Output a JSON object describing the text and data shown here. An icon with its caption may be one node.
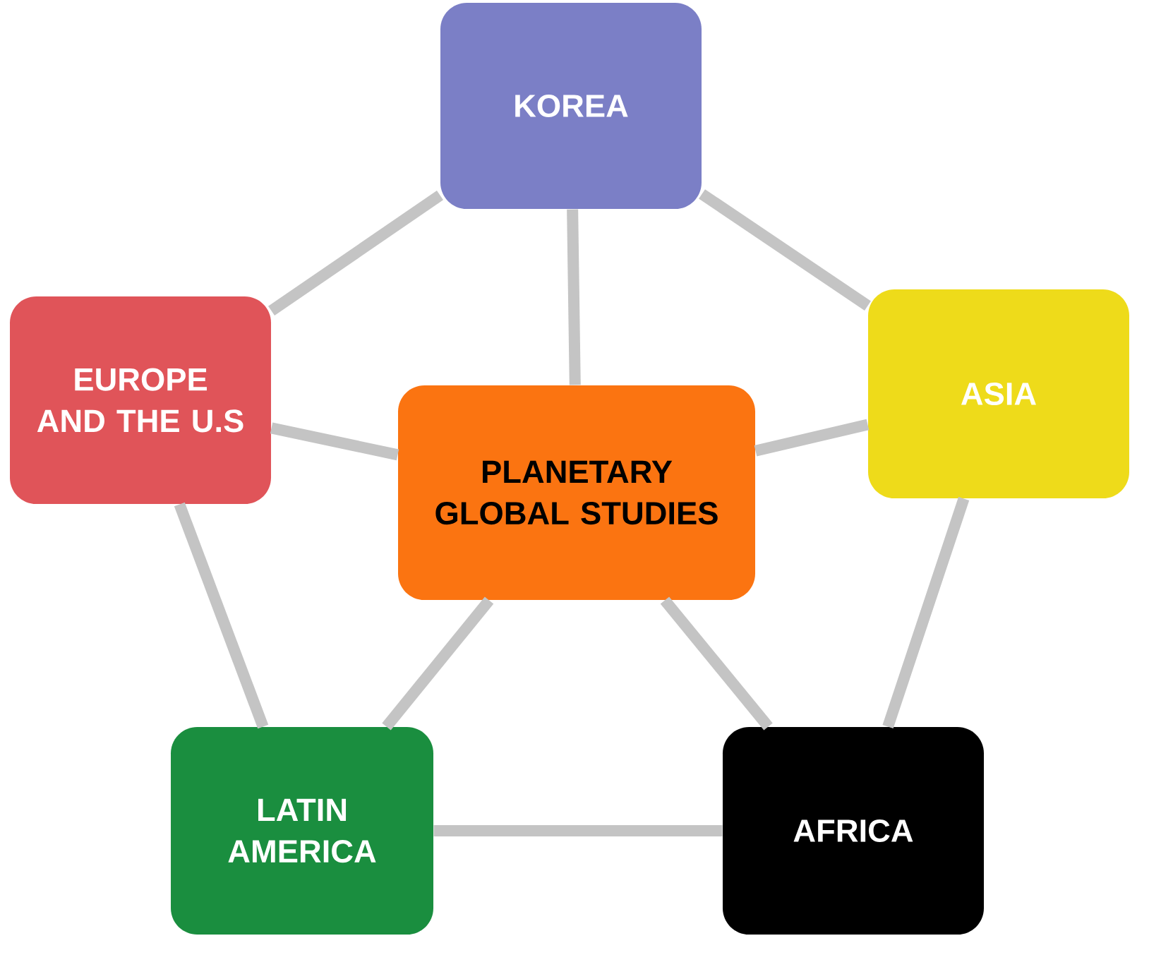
{
  "diagram": {
    "nodes": [
      {
        "text": [
          "KOREA"
        ]
      },
      {
        "text": [
          "EUROPE AND THE U.S"
        ]
      },
      {
        "text": [
          "ASIA"
        ]
      },
      {
        "text": [
          "PLANETARY GLOBAL STUDIES"
        ]
      },
      {
        "text": [
          "LATIN AMERICA"
        ]
      },
      {
        "text": [
          "AFRICA"
        ]
      }
    ],
    "edges": [
      {
        "from": 0,
        "to": 1,
        "arrow": "none"
      },
      {
        "from": 0,
        "to": 2,
        "arrow": "none"
      },
      {
        "from": 0,
        "to": 3,
        "arrow": "none"
      },
      {
        "from": 1,
        "to": 3,
        "arrow": "none"
      },
      {
        "from": 2,
        "to": 3,
        "arrow": "none"
      },
      {
        "from": 1,
        "to": 4,
        "arrow": "none"
      },
      {
        "from": 2,
        "to": 5,
        "arrow": "none"
      },
      {
        "from": 4,
        "to": 5,
        "arrow": "none"
      },
      {
        "from": 3,
        "to": 4,
        "arrow": "none"
      },
      {
        "from": 3,
        "to": 5,
        "arrow": "none"
      }
    ]
  }
}
